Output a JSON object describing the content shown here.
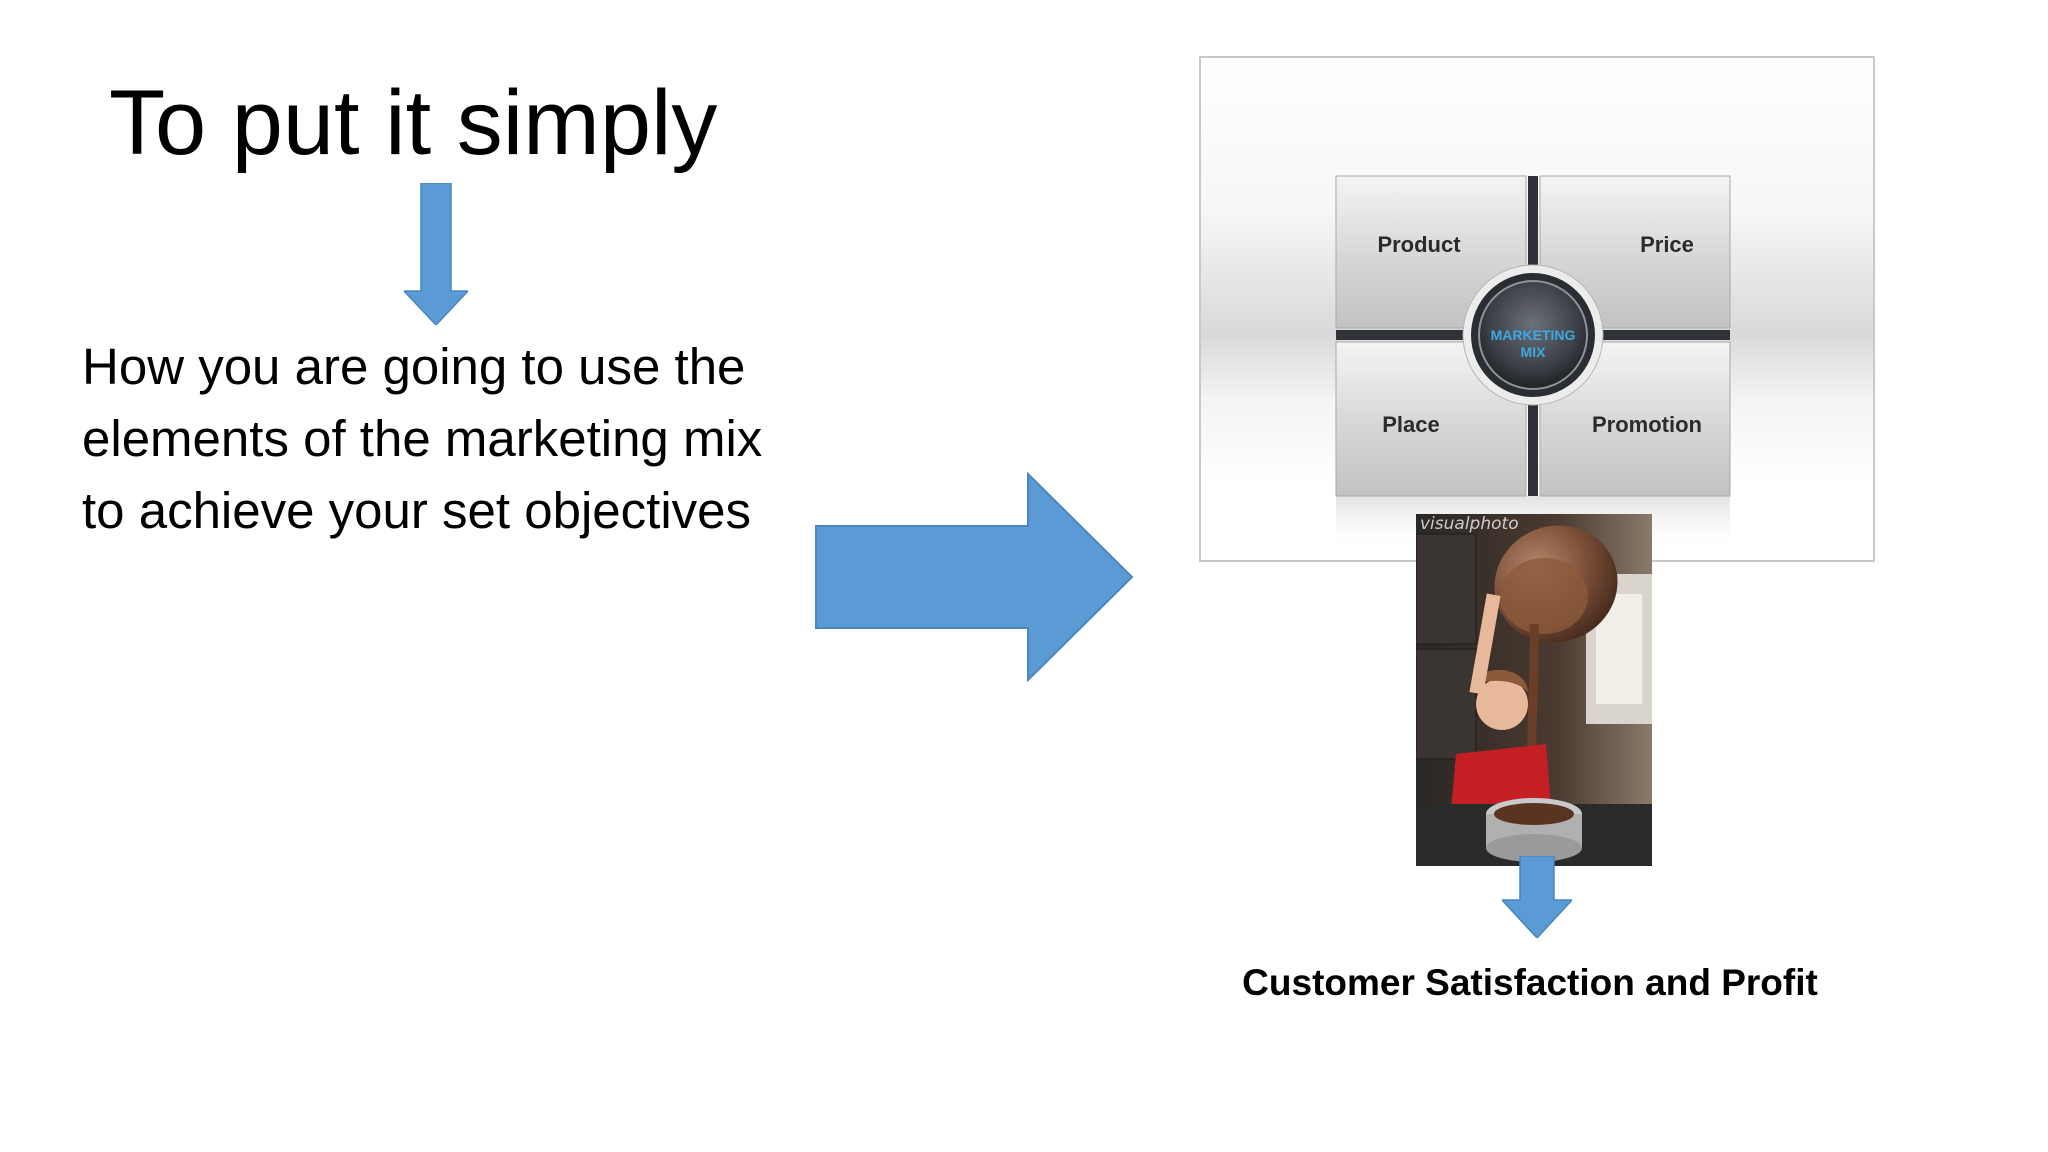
{
  "slide": {
    "title": "To put it simply",
    "body": "How you are going to use the elements of the marketing mix to achieve your set objectives",
    "result": "Customer Satisfaction and Profit"
  },
  "diagram": {
    "center_line1": "MARKETING",
    "center_line2": "MIX",
    "quadrants": {
      "top_left": "Product",
      "top_right": "Price",
      "bottom_left": "Place",
      "bottom_right": "Promotion"
    }
  },
  "photo": {
    "watermark": "visualphoto"
  },
  "colors": {
    "arrow": "#5b9bd5",
    "arrow_border": "#4a86bf",
    "center_text": "#3fa7e6"
  }
}
